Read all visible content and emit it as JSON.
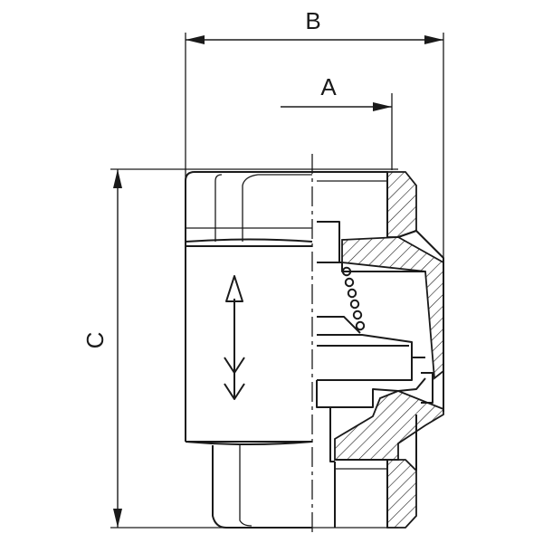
{
  "labels": {
    "dimension_a": "A",
    "dimension_b": "B",
    "dimension_c": "C"
  },
  "colors": {
    "line": "#1a1a1a",
    "background": "#ffffff"
  }
}
